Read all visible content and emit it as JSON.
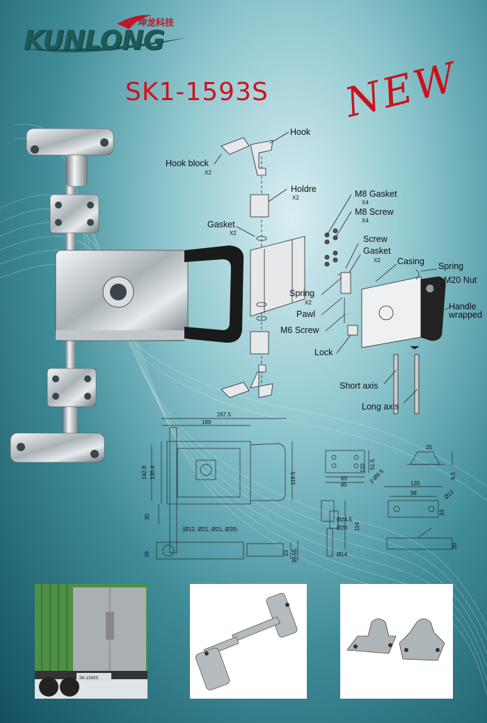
{
  "header": {
    "brand": "KUNLONG",
    "brand_cn": "坤龙科技",
    "product_code": "SK1-1593S",
    "new_badge": "NEW"
  },
  "callouts": {
    "hook": "Hook",
    "hook_block": "Hook block",
    "hook_block_qty": "X2",
    "holdre": "Holdre",
    "holdre_qty": "X2",
    "gasket_left": "Gasket",
    "gasket_left_qty": "X2",
    "m8_gasket": "M8 Gasket",
    "m8_gasket_qty": "X4",
    "m8_screw": "M8 Screw",
    "m8_screw_qty": "X4",
    "screw": "Screw",
    "gasket_right": "Gasket",
    "gasket_right_qty": "X2",
    "casing": "Casing",
    "spring_right": "Spring",
    "m20_nut": "M20 Nut",
    "handle_wrapped_1": "Handle",
    "handle_wrapped_2": "wrapped",
    "spring_left": "Spring",
    "spring_left_qty": "X2",
    "pawl": "Pawl",
    "m6_screw": "M6 Screw",
    "lock": "Lock",
    "short_axis": "Short axis",
    "long_axis": "Long axis"
  },
  "dimensions": {
    "d267": "267.5",
    "d189": "189",
    "d142": "142.8",
    "d130": "130.4",
    "d119": "119.5",
    "d30": "30",
    "holes": "(Ø12, Ø21, Ø21, Ø28)",
    "d39": "39",
    "d23": "23",
    "d39b": "39.65",
    "d120a": "120",
    "d60": "60",
    "d85": "85",
    "d51": "51.5",
    "d25": "25",
    "d2r": "2-Ø9.5",
    "d114": "114",
    "d24": "Ø24.5",
    "d20": "Ø20",
    "d14": "Ø14",
    "d120b": "120",
    "d98": "98",
    "d33": "33",
    "d12": "Ø12",
    "d65": "6.5",
    "d20b": "20"
  },
  "photos": {
    "truck_plate": "SK-1593S"
  }
}
